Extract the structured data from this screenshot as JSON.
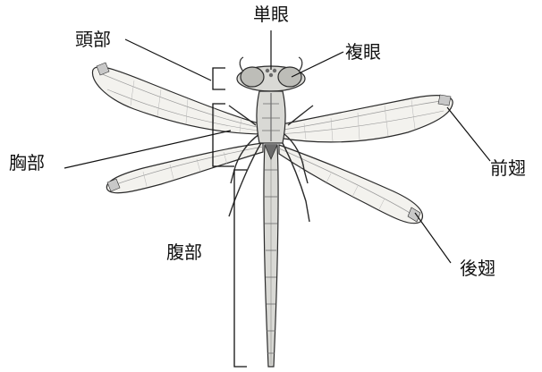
{
  "labels": {
    "head": "頭部",
    "ocelli": "単眼",
    "compound_eye": "複眼",
    "thorax": "胸部",
    "forewing": "前翅",
    "abdomen": "腹部",
    "hindwing": "後翅"
  },
  "colors": {
    "ink": "#2a2a2a",
    "wing_fill": "#f3f2ee",
    "wing_vein": "#9a9a9a",
    "body_fill": "#d9d9d5",
    "body_dark": "#6b6b6b",
    "bracket": "#111111",
    "pterostigma": "#c8c8c8"
  }
}
